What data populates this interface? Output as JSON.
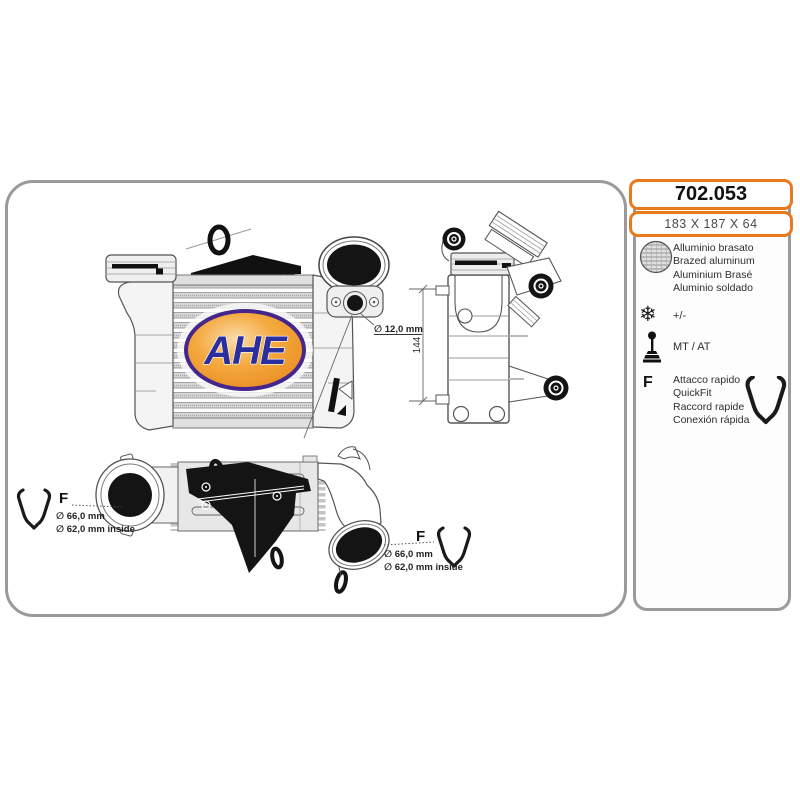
{
  "part": {
    "number": "702.053",
    "size": "183 X 187 X 64"
  },
  "sidebar": {
    "material": {
      "lines": [
        "Alluminio brasato",
        "Brazed aluminum",
        "Aluminium Brasé",
        "Aluminio soldado"
      ]
    },
    "temperature": {
      "label": "+/-"
    },
    "transmission": {
      "label": "MT / AT"
    },
    "fitting": {
      "symbol": "F",
      "lines": [
        "Attacco rapido",
        "QuickFit",
        "Raccord rapide",
        "Conexión rápida"
      ]
    }
  },
  "drawing": {
    "logo_text": "AHE",
    "front_view": {
      "port_diameter": "∅ 12,0 mm"
    },
    "side_view": {
      "height_dimension": "144"
    },
    "bottom_left_fitting": {
      "symbol": "F",
      "outer": "∅ 66,0 mm",
      "inner": "∅ 62,0 mm inside"
    },
    "bottom_right_fitting": {
      "symbol": "F",
      "outer": "∅ 66,0 mm",
      "inner": "∅ 62,0 mm inside"
    }
  },
  "icons": {
    "snowflake": "❄"
  },
  "colors": {
    "accent_orange": "#E8791D",
    "border_gray": "#9A9A9A",
    "logo_blue": "#2B2F9E",
    "logo_orange": "#F0962E"
  }
}
